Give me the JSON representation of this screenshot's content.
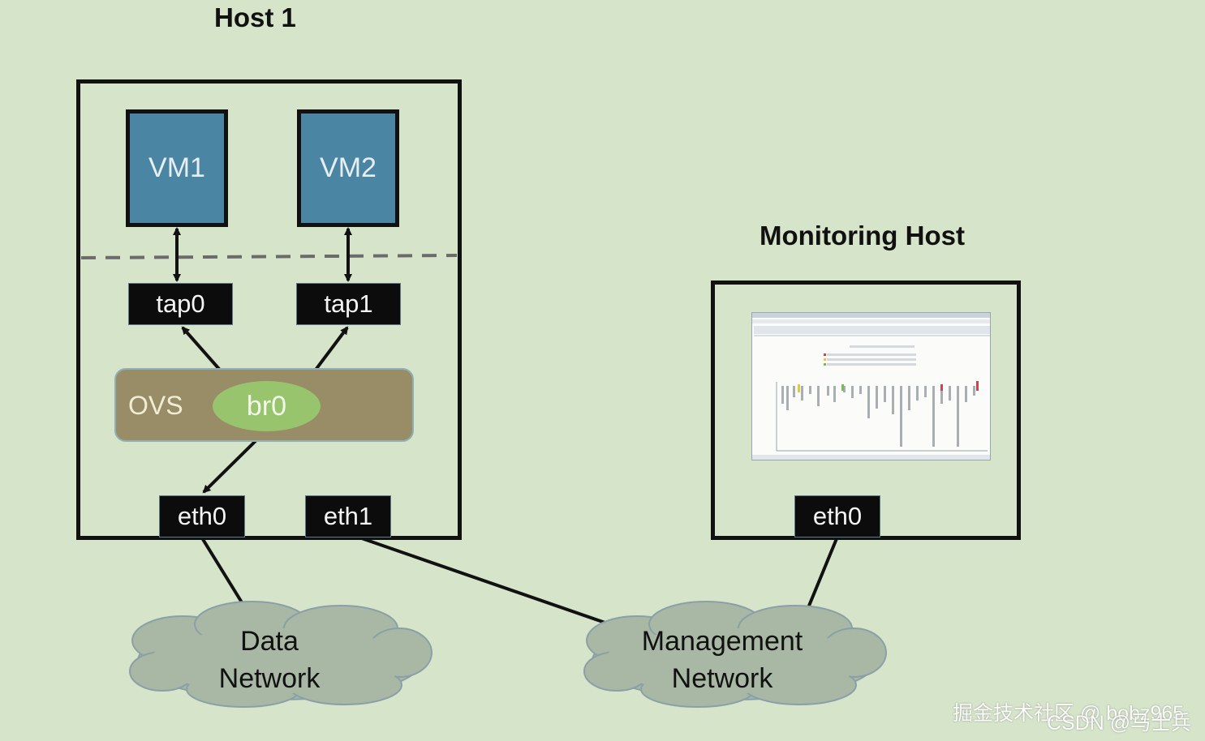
{
  "host1": {
    "title": "Host 1",
    "vms": [
      "VM1",
      "VM2"
    ],
    "taps": [
      "tap0",
      "tap1"
    ],
    "ovs_label": "OVS",
    "bridge_label": "br0",
    "nics": [
      "eth0",
      "eth1"
    ]
  },
  "monitoring_host": {
    "title": "Monitoring Host",
    "nic": "eth0"
  },
  "networks": {
    "data": [
      "Data",
      "Network"
    ],
    "management": [
      "Management",
      "Network"
    ]
  },
  "watermark": {
    "text1": "掘金技术社区 @ bobz965",
    "text2": "CSDN @马士兵"
  },
  "colors": {
    "background": "#d6e4c9",
    "vm_fill": "#4a86a3",
    "ovs_fill": "#988d66",
    "bridge_fill": "#98c46e",
    "cloud_fill": "#a8b8a4"
  }
}
